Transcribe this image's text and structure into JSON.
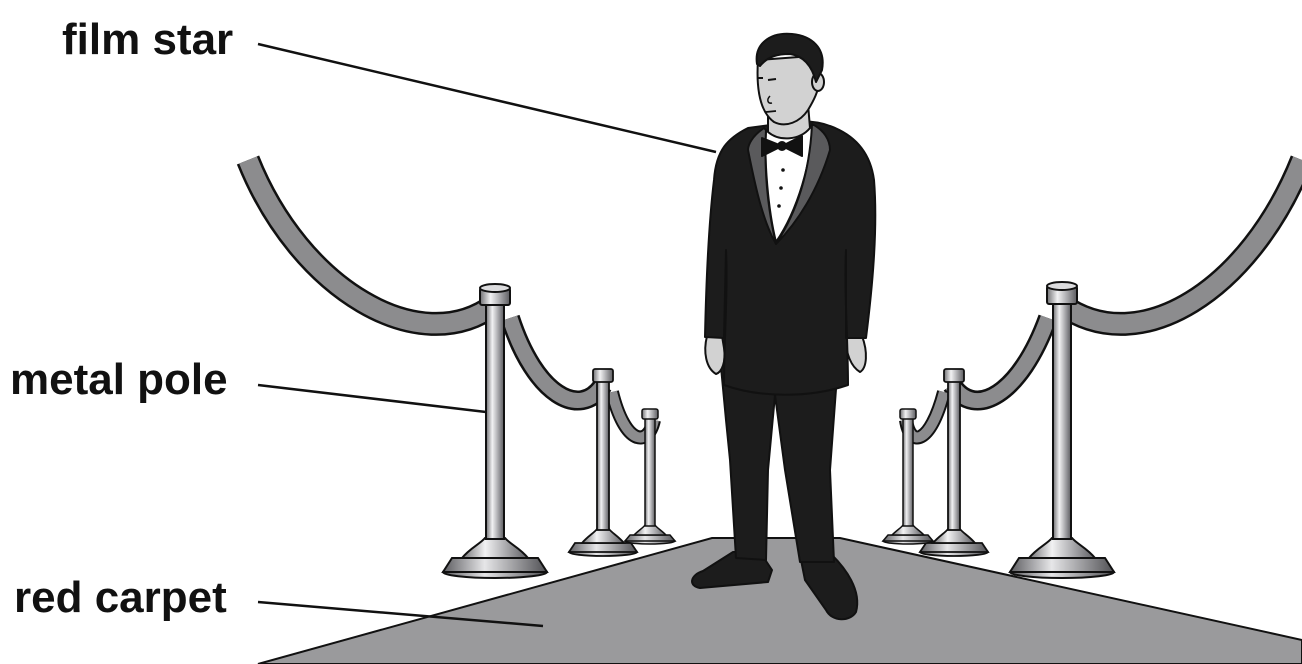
{
  "labels": {
    "film_star": "film star",
    "metal_pole": "metal pole",
    "red_carpet": "red carpet"
  },
  "colors": {
    "ink": "#111111",
    "carpet": "#9a9a9c",
    "rope": "#8c8c8e",
    "suit": "#1c1c1c",
    "skin": "#d2d2d2"
  }
}
